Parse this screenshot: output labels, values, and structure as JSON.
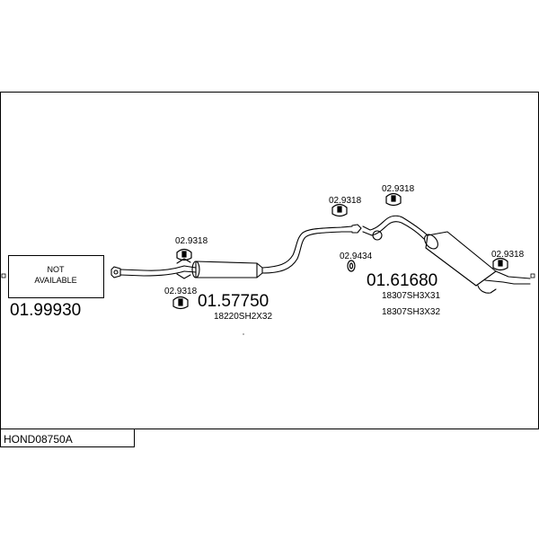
{
  "diagram": {
    "title": "HOND08750A",
    "not_available_line1": "NOT",
    "not_available_line2": "AVAILABLE",
    "parts": {
      "front_pipe": {
        "number": "01.99930"
      },
      "center_muffler": {
        "number": "01.57750",
        "oem": "18220SH2X32"
      },
      "rear_muffler": {
        "number": "01.61680",
        "oem_1": "18307SH3X31",
        "oem_2": "18307SH3X32"
      }
    },
    "accessories": {
      "hanger_top_left": "02.9318",
      "hanger_bottom_left": "02.9318",
      "hanger_mid": "02.9318",
      "clamp_mid": "02.9434",
      "hanger_top_right": "02.9318",
      "hanger_rear": "02.9318"
    }
  }
}
